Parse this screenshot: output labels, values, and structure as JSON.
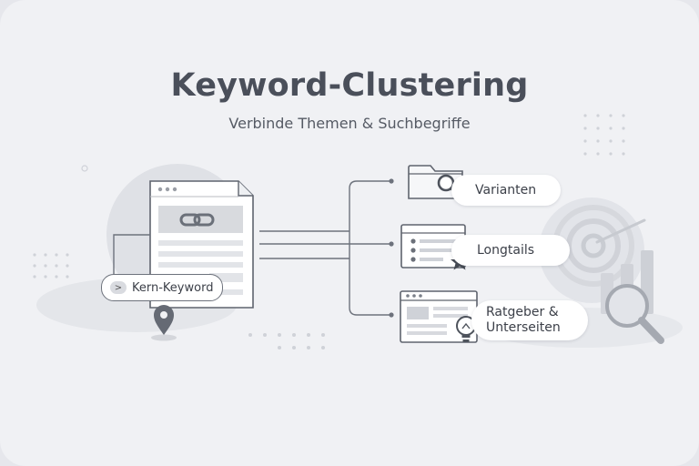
{
  "title": "Keyword-Clustering",
  "subtitle": "Verbinde Themen & Suchbegriffe",
  "core": {
    "label": "Kern-Keyword",
    "chevron": ">"
  },
  "targets": [
    {
      "label": "Varianten",
      "icon": "folder-search-icon"
    },
    {
      "label": "Longtails",
      "icon": "list-star-icon"
    },
    {
      "label_line1": "Ratgeber &",
      "label_line2": "Unterseiten",
      "icon": "webpage-lightbulb-icon"
    }
  ],
  "colors": {
    "background": "#f0f1f4",
    "stroke": "#6d727c",
    "muted": "#d4d6dc",
    "text": "#4a4f5a"
  }
}
